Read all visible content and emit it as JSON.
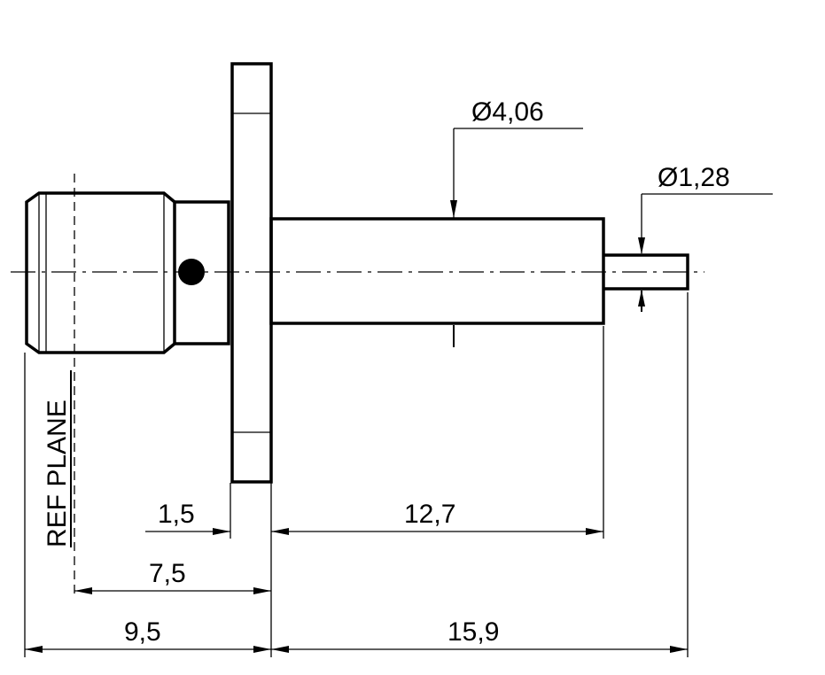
{
  "drawing": {
    "ref_plane_label": "REF PLANE",
    "diameters": {
      "body": "Ø4,06",
      "pin": "Ø1,28"
    },
    "dimensions": {
      "flange_thickness": "1,5",
      "body_length": "12,7",
      "ref_to_flange": "7,5",
      "overall_left": "9,5",
      "overall_right": "15,9"
    },
    "colors": {
      "line": "#000000",
      "background": "#ffffff"
    }
  }
}
